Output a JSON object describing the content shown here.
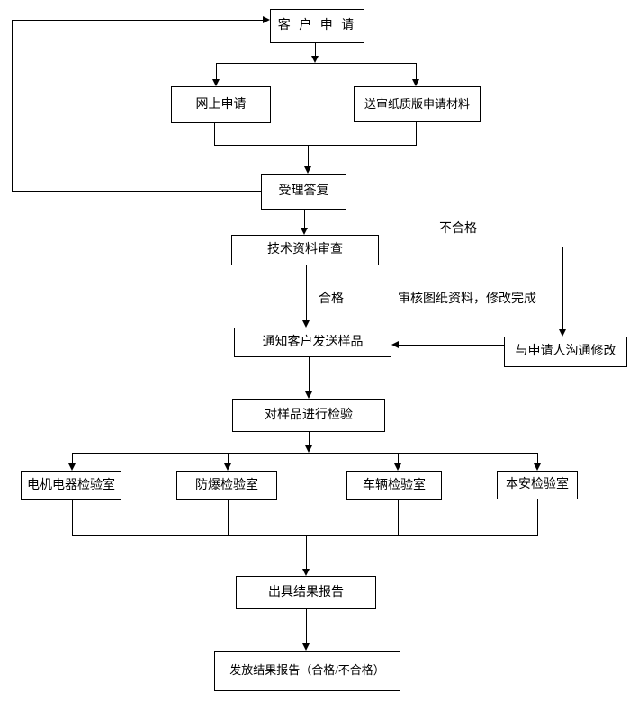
{
  "diagram": {
    "type": "flowchart",
    "background_color": "#ffffff",
    "line_color": "#000000",
    "text_color": "#000000",
    "nodes": {
      "customer_apply": {
        "label": "客 户 申 请"
      },
      "online_apply": {
        "label": "网上申请"
      },
      "paper_apply": {
        "label": "送审纸质版申请材料"
      },
      "accept_reply": {
        "label": "受理答复"
      },
      "tech_review": {
        "label": "技术资料审查"
      },
      "notify_sample": {
        "label": "通知客户发送样品"
      },
      "communicate_modify": {
        "label": "与申请人沟通修改"
      },
      "sample_test": {
        "label": "对样品进行检验"
      },
      "lab_motor": {
        "label": "电机电器检验室"
      },
      "lab_explosion": {
        "label": "防爆检验室"
      },
      "lab_vehicle": {
        "label": "车辆检验室"
      },
      "lab_intrinsic": {
        "label": "本安检验室"
      },
      "issue_report": {
        "label": "出具结果报告"
      },
      "deliver_report": {
        "label": "发放结果报告（合格/不合格）"
      }
    },
    "edge_labels": {
      "unqualified": "不合格",
      "qualified": "合格",
      "review_modify_done": "审核图纸资料，修改完成"
    },
    "edges": [
      {
        "from": "customer_apply",
        "to": "online_apply"
      },
      {
        "from": "customer_apply",
        "to": "paper_apply"
      },
      {
        "from": "online_apply",
        "to": "accept_reply"
      },
      {
        "from": "paper_apply",
        "to": "accept_reply"
      },
      {
        "from": "accept_reply",
        "to": "customer_apply"
      },
      {
        "from": "accept_reply",
        "to": "tech_review"
      },
      {
        "from": "tech_review",
        "to": "communicate_modify",
        "label": "不合格"
      },
      {
        "from": "tech_review",
        "to": "notify_sample",
        "label": "合格"
      },
      {
        "from": "communicate_modify",
        "to": "notify_sample",
        "label": "审核图纸资料，修改完成"
      },
      {
        "from": "notify_sample",
        "to": "sample_test"
      },
      {
        "from": "sample_test",
        "to": "lab_motor"
      },
      {
        "from": "sample_test",
        "to": "lab_explosion"
      },
      {
        "from": "sample_test",
        "to": "lab_vehicle"
      },
      {
        "from": "sample_test",
        "to": "lab_intrinsic"
      },
      {
        "from": "lab_motor",
        "to": "issue_report"
      },
      {
        "from": "lab_explosion",
        "to": "issue_report"
      },
      {
        "from": "lab_vehicle",
        "to": "issue_report"
      },
      {
        "from": "lab_intrinsic",
        "to": "issue_report"
      },
      {
        "from": "issue_report",
        "to": "deliver_report"
      }
    ]
  }
}
